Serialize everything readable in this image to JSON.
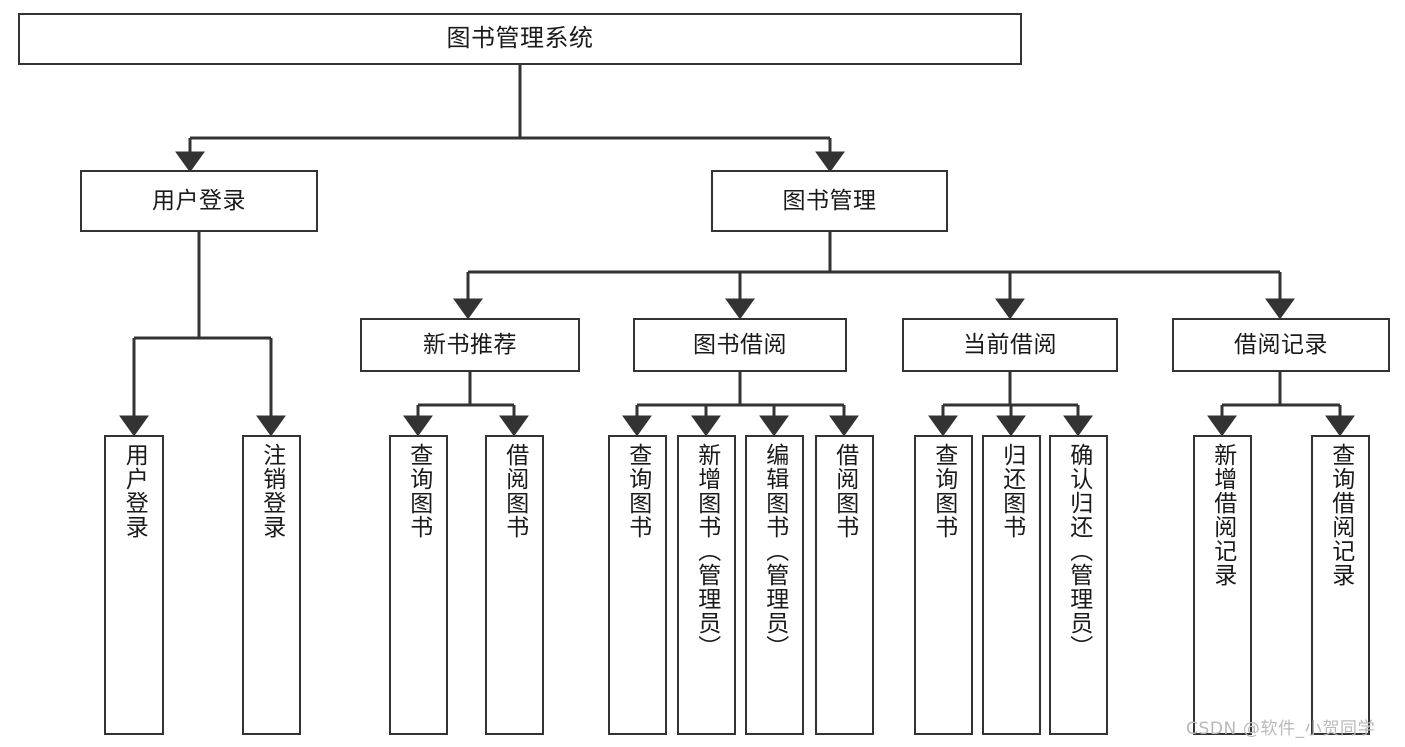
{
  "diagram": {
    "title": "图书管理系统",
    "type": "tree-hierarchy-functional-structure",
    "edge_color": "#333333",
    "node_border_color": "#333333",
    "node_fill_color": "#ffffff",
    "text_color": "#1a1a1a"
  },
  "nodes": {
    "root": {
      "label": "图书管理系统"
    },
    "level2": [
      {
        "label": "用户登录"
      },
      {
        "label": "图书管理"
      }
    ],
    "level3": [
      {
        "label": "新书推荐"
      },
      {
        "label": "图书借阅"
      },
      {
        "label": "当前借阅"
      },
      {
        "label": "借阅记录"
      }
    ],
    "leaves": {
      "user_login": [
        {
          "label": "用户登录"
        },
        {
          "label": "注销登录"
        }
      ],
      "new_book_recommend": [
        {
          "label": "查询图书"
        },
        {
          "label": "借阅图书"
        }
      ],
      "book_borrow": [
        {
          "label": "查询图书"
        },
        {
          "label": "新增图书（管理员）"
        },
        {
          "label": "编辑图书（管理员）"
        },
        {
          "label": "借阅图书"
        }
      ],
      "current_borrow": [
        {
          "label": "查询图书"
        },
        {
          "label": "归还图书"
        },
        {
          "label": "确认归还（管理员）"
        }
      ],
      "borrow_record": [
        {
          "label": "新增借阅记录"
        },
        {
          "label": "查询借阅记录"
        }
      ]
    }
  },
  "watermark": {
    "text": "CSDN @软件_小贺同学"
  }
}
